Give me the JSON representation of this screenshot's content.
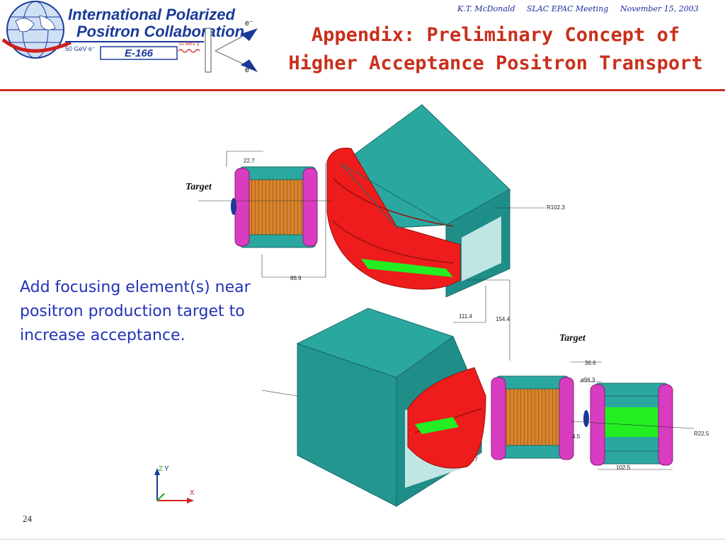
{
  "header": {
    "author": "K.T. McDonald",
    "meeting": "SLAC EPAC Meeting",
    "date": "November 15, 2003",
    "title_line1": "Appendix: Preliminary Concept of",
    "title_line2": "Higher Acceptance Positron Transport"
  },
  "logo": {
    "org_line1": "International Polarized",
    "org_line2": "Positron Collaboration",
    "experiment": "E-166",
    "beam_energy": "50 GeV e⁻",
    "photon_energy": "10 MeV γ",
    "electron_label": "e⁻",
    "positron_label": "e⁺"
  },
  "body": {
    "text": "Add focusing element(s) near positron production target to increase acceptance."
  },
  "drawing": {
    "target_top": "Target",
    "target_bottom": "Target",
    "dim_22_7": "22.7",
    "dim_r102_3": "R102.3",
    "dim_86_9": "86.9",
    "dim_111_4": "111.4",
    "dim_154_4": "154.4",
    "dim_36_6": "36.6",
    "dim_96_3": "ø96.3",
    "dim_r22_5": "R22.5",
    "dim_4_5": "4.5",
    "dim_102_5": "102.5",
    "dim_7": ".7",
    "axis_z": "Z",
    "axis_y": "Y",
    "axis_x": "X"
  },
  "footer": {
    "page_number": "24"
  },
  "colors": {
    "title": "#c8301c",
    "meta": "#1c2a9c",
    "body_text": "#2233b8",
    "magnet_teal": "#2aa8a0",
    "coil_red": "#ee1c1c",
    "solenoid_magenta": "#d83cc0",
    "solenoid_copper": "#d8842c",
    "pole_green": "#22ee22"
  }
}
